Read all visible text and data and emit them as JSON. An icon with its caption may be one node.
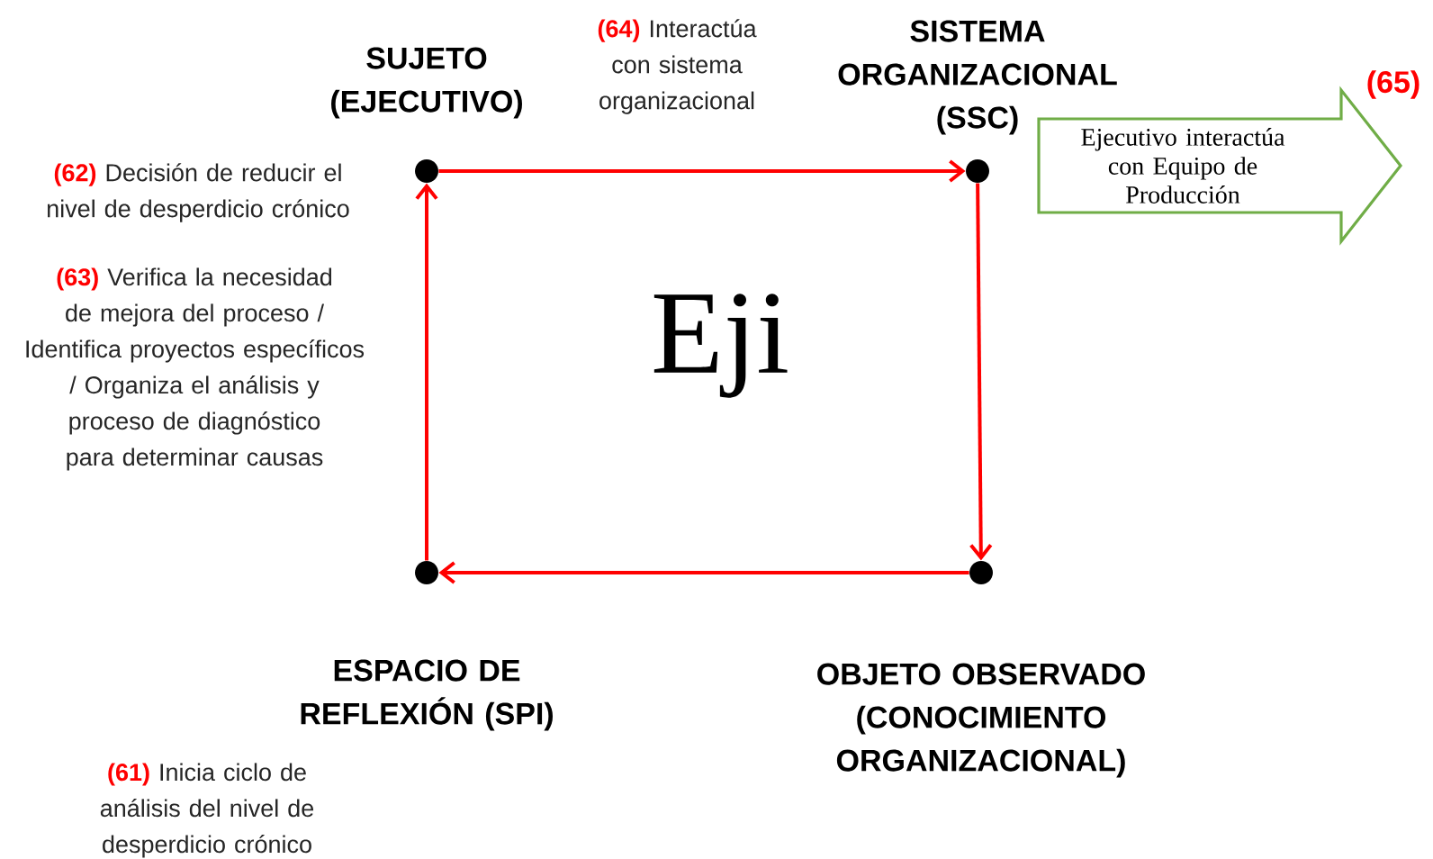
{
  "diagram": {
    "nodes": [
      {
        "text": [
          "SUJETO (EJECUTIVO)"
        ]
      },
      {
        "text": [
          "SISTEMA ORGANIZACIONAL (SSC)"
        ]
      },
      {
        "text": [
          "Ejecutivo interactúa con Equipo de Producción"
        ]
      },
      {
        "text": [
          "ESPACIO DE REFLEXIÓN (SPI)"
        ]
      },
      {
        "text": [
          "OBJETO OBSERVADO (CONOCIMIENTO ORGANIZACIONAL)"
        ]
      }
    ],
    "edges": [
      {
        "from": 0,
        "to": 1,
        "arrow": "to"
      },
      {
        "from": 1,
        "to": 4,
        "arrow": "to"
      },
      {
        "from": 4,
        "to": 3,
        "arrow": "to"
      },
      {
        "from": 3,
        "to": 0,
        "arrow": "to"
      }
    ],
    "labels": [
      "(64)",
      "Interactúa con sistema organizacional",
      "(65)",
      "(62)",
      "Decisión de reducir el nivel de desperdicio crónico",
      "(63)",
      "Verifica la necesidad de mejora del proceso / Identifica proyectos específicos / Organiza el análisis y proceso de diagnóstico para determinar causas",
      "Eji",
      "(61)",
      "Inicia ciclo de análisis del nivel de desperdicio crónico"
    ]
  }
}
